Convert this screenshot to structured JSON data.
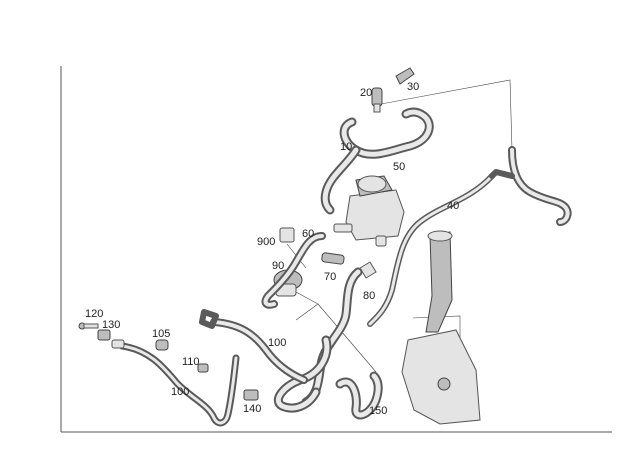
{
  "diagram": {
    "callouts": {
      "p10": "10",
      "p20": "20",
      "p30": "30",
      "p40": "40",
      "p50": "50",
      "p60": "60",
      "p70": "70",
      "p80": "80",
      "p90": "90",
      "p900": "900",
      "p100a": "100",
      "p100b": "100",
      "p105": "105",
      "p110": "110",
      "p120": "120",
      "p130": "130",
      "p140": "140",
      "p150": "150"
    }
  }
}
